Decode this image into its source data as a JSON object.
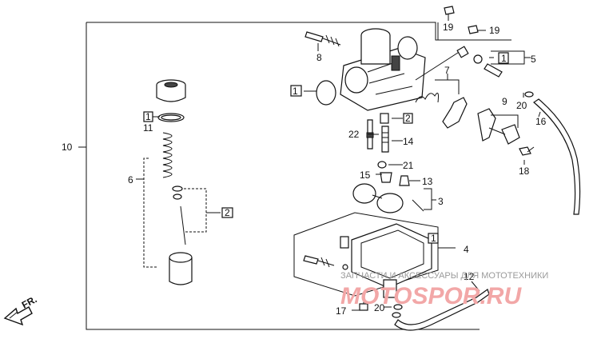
{
  "diagram": {
    "callouts": {
      "c1": "1",
      "c1b": "1",
      "c1c": "1",
      "c1d": "1",
      "c2": "2",
      "c2b": "2",
      "c3": "3",
      "c4": "4",
      "c5": "5",
      "c6": "6",
      "c7": "7",
      "c8": "8",
      "c9": "9",
      "c10": "10",
      "c11": "11",
      "c12": "12",
      "c13": "13",
      "c14": "14",
      "c15": "15",
      "c16": "16",
      "c17": "17",
      "c18": "18",
      "c19a": "19",
      "c19b": "19",
      "c20a": "20",
      "c20b": "20",
      "c21": "21",
      "c22": "22"
    },
    "direction_label": "FR."
  },
  "watermark": {
    "caption": "ЗАПЧАСТИ И АКСЕССУАРЫ ДЛЯ МОТОТЕХНИКИ",
    "brand": "MOTOSPOR.RU",
    "brand_color": "#f2a7a7"
  }
}
